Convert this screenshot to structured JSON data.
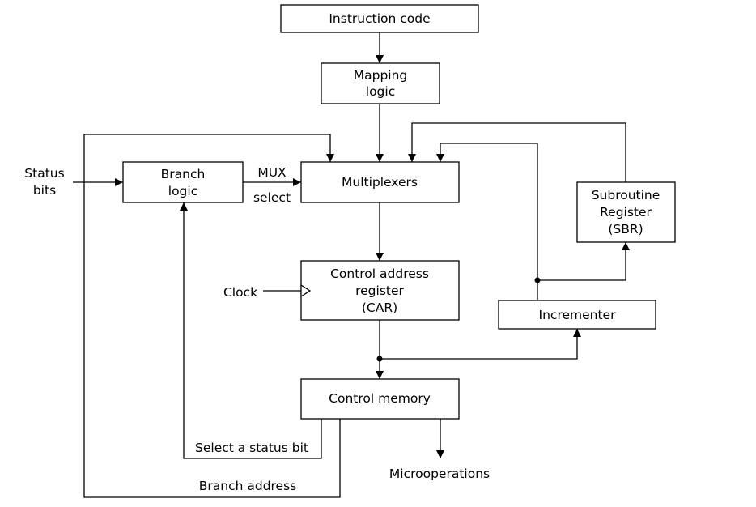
{
  "blocks": {
    "instruction_code": {
      "label": "Instruction code"
    },
    "mapping_logic": {
      "line1": "Mapping",
      "line2": "logic"
    },
    "branch_logic": {
      "line1": "Branch",
      "line2": "logic"
    },
    "multiplexers": {
      "label": "Multiplexers"
    },
    "subroutine_register": {
      "line1": "Subroutine",
      "line2": "Register",
      "line3": "(SBR)"
    },
    "control_address_register": {
      "line1": "Control address",
      "line2": "register",
      "line3": "(CAR)"
    },
    "incrementer": {
      "label": "Incrementer"
    },
    "control_memory": {
      "label": "Control memory"
    }
  },
  "signals": {
    "status_bits": {
      "line1": "Status",
      "line2": "bits"
    },
    "mux_select": {
      "line1": "MUX",
      "line2": "select"
    },
    "clock": "Clock",
    "select_status_bit": "Select a status bit",
    "branch_address": "Branch address",
    "microoperations": "Microoperations"
  }
}
